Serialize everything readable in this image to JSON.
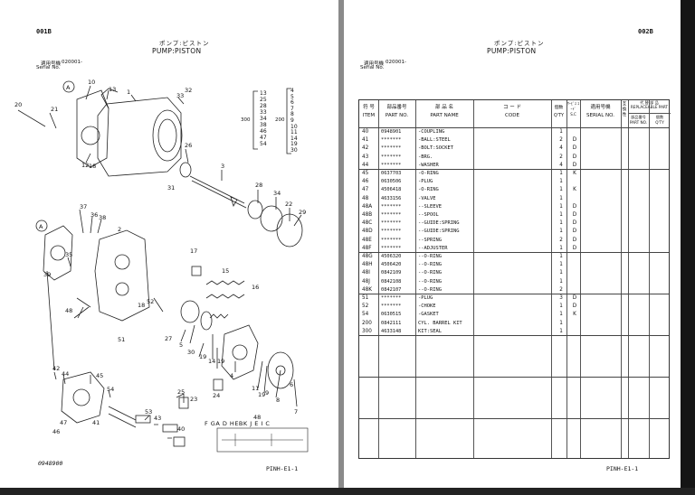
{
  "left_page": {
    "page_code": "001B",
    "title_jp": "ポンプ:ピストン",
    "title_en": "PUMP:PISTON",
    "serial_label_jp": "適用号機",
    "serial_value": "020001-",
    "serial_label_en": "Serial No.",
    "drawing_number": "0948900",
    "footer_code": "PINH-E1-1",
    "kit_300": [
      "13",
      "25",
      "28",
      "33",
      "34",
      "38",
      "46",
      "47",
      "54"
    ],
    "kit_200": [
      "4",
      "5",
      "6",
      "7",
      "8",
      "9",
      "10",
      "11",
      "14",
      "19",
      "30"
    ],
    "kit_label_300": "300",
    "kit_label_200": "200",
    "detail_letters": "F GA D HEBK J E I C",
    "detail_number": "48"
  },
  "right_page": {
    "page_code": "002B",
    "title_jp": "ポンプ:ピストン",
    "title_en": "PUMP:PISTON",
    "serial_label_jp": "適用号機",
    "serial_value": "020001-",
    "serial_label_en": "Serial No.",
    "footer_code": "PINH-E1-1",
    "headers": {
      "item_jp": "符 号",
      "item_en": "ITEM",
      "part_jp": "部品番号",
      "part_en": "PART NO.",
      "name_jp": "部 品 名",
      "name_en": "PART NAME",
      "code_jp": "コ ー ド",
      "code_en": "CODE",
      "qty_jp": "個数",
      "qty_en": "Q'TY",
      "sc_jp": "ｻｰﾋﾞｽ ｺｰﾄﾞ",
      "sc_en": "S.C",
      "serial_jp": "適用号機",
      "serial_en": "SERIAL NO.",
      "repl_jp": "代 替 部 品",
      "repl_en": "REPLACEABLE PART",
      "compat": "互換性",
      "repl_part_jp": "部品番号",
      "repl_part_en": "PART NO.",
      "repl_qty_jp": "個数",
      "repl_qty_en": "Q'TY"
    },
    "rows": [
      {
        "item": "40",
        "part": "0948901",
        "name": "-COUPLING",
        "qty": "1",
        "sc": ""
      },
      {
        "item": "41",
        "part": "*******",
        "name": "-BALL:STEEL",
        "qty": "2",
        "sc": "D"
      },
      {
        "item": "42",
        "part": "*******",
        "name": "-BOLT:SOCKET",
        "qty": "4",
        "sc": "D"
      },
      {
        "item": "43",
        "part": "*******",
        "name": "-BRG.",
        "qty": "2",
        "sc": "D"
      },
      {
        "item": "44",
        "part": "*******",
        "name": "-WASHER",
        "qty": "4",
        "sc": "D"
      },
      {
        "item": "45",
        "part": "0637703",
        "name": "-O-RING",
        "qty": "1",
        "sc": "K"
      },
      {
        "item": "46",
        "part": "0630506",
        "name": "-PLUG",
        "qty": "1",
        "sc": ""
      },
      {
        "item": "47",
        "part": "4506418",
        "name": "-O-RING",
        "qty": "1",
        "sc": "K"
      },
      {
        "item": "48",
        "part": "4633156",
        "name": "-VALVE",
        "qty": "1",
        "sc": ""
      },
      {
        "item": "48A",
        "part": "*******",
        "name": "--SLEEVE",
        "qty": "1",
        "sc": "D"
      },
      {
        "item": "48B",
        "part": "*******",
        "name": "--SPOOL",
        "qty": "1",
        "sc": "D"
      },
      {
        "item": "48C",
        "part": "*******",
        "name": "--GUIDE:SPRING",
        "qty": "1",
        "sc": "D"
      },
      {
        "item": "48D",
        "part": "*******",
        "name": "--GUIDE:SPRING",
        "qty": "1",
        "sc": "D"
      },
      {
        "item": "48E",
        "part": "*******",
        "name": "--SPRING",
        "qty": "2",
        "sc": "D"
      },
      {
        "item": "48F",
        "part": "*******",
        "name": "--ADJUSTER",
        "qty": "1",
        "sc": "D"
      },
      {
        "item": "48G",
        "part": "4506320",
        "name": "--O-RING",
        "qty": "1",
        "sc": ""
      },
      {
        "item": "48H",
        "part": "4506420",
        "name": "--O-RING",
        "qty": "1",
        "sc": ""
      },
      {
        "item": "48I",
        "part": "0842109",
        "name": "--O-RING",
        "qty": "1",
        "sc": ""
      },
      {
        "item": "48J",
        "part": "0842108",
        "name": "--O-RING",
        "qty": "1",
        "sc": ""
      },
      {
        "item": "48K",
        "part": "0842107",
        "name": "--O-RING",
        "qty": "2",
        "sc": ""
      },
      {
        "item": "51",
        "part": "*******",
        "name": "-PLUG",
        "qty": "3",
        "sc": "D"
      },
      {
        "item": "52",
        "part": "*******",
        "name": "-CHOKE",
        "qty": "1",
        "sc": "D"
      },
      {
        "item": "54",
        "part": "0630515",
        "name": "-GASKET",
        "qty": "1",
        "sc": "K"
      },
      {
        "item": "200",
        "part": "0842111",
        "name": "CYL. BARREL KIT",
        "qty": "1",
        "sc": ""
      },
      {
        "item": "300",
        "part": "4633148",
        "name": "KIT:SEAL",
        "qty": "1",
        "sc": ""
      }
    ]
  }
}
